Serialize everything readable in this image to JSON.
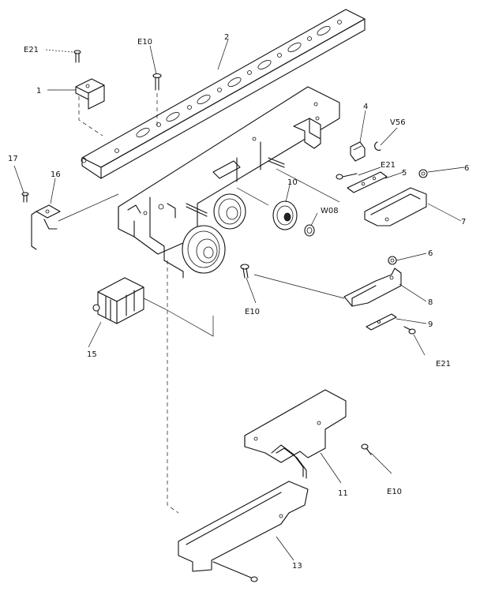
{
  "labels": {
    "l1": "1",
    "l2": "2",
    "l4": "4",
    "l5": "5",
    "l6a": "6",
    "l6b": "6",
    "l7": "7",
    "l8": "8",
    "l9": "9",
    "l10": "10",
    "l11": "11",
    "l13": "13",
    "l15": "15",
    "l16": "16",
    "l17": "17",
    "e21a": "E21",
    "e21b": "E21",
    "e21c": "E21",
    "e10a": "E10",
    "e10b": "E10",
    "e10c": "E10",
    "v56": "V56",
    "w08": "W08"
  }
}
